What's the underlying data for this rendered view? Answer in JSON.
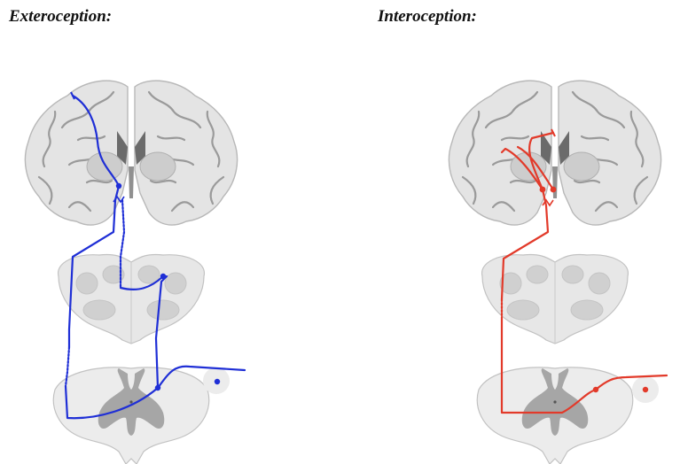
{
  "panels": {
    "left": {
      "title": "Exteroception:"
    },
    "right": {
      "title": "Interoception:"
    }
  },
  "colors": {
    "exteroception_pathway": "#1f2fd6",
    "interoception_pathway": "#e23a2a",
    "tissue_fill": "#e2e2e2",
    "tissue_stroke": "#b8b8b8",
    "sulcus": "#8e8e8e",
    "ventricle": "#6b6b6b"
  },
  "icons": [
    "brain-coronal-section",
    "medulla-section",
    "spinal-cord-section",
    "receptor-dot"
  ]
}
